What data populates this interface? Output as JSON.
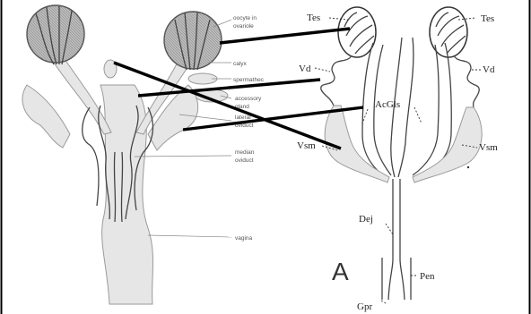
{
  "female_labels": {
    "oocyte": "oocyte in",
    "ovariole": "ovariole",
    "calyx": "calyx",
    "spermatheca": "spermathec",
    "accessory_1": "accessory",
    "accessory_2": "gland",
    "lateral_1": "lateral",
    "lateral_2": "oviduct",
    "median_1": "median",
    "median_2": "oviduct",
    "vagina": "vagina"
  },
  "male_labels": {
    "tes_left": "Tes",
    "tes_right": "Tes",
    "vd_left": "Vd",
    "vd_right": "Vd",
    "acgls": "AcGls",
    "vsm_left": "Vsm",
    "vsm_right": "Vsm",
    "dej": "Dej",
    "panel": "A",
    "pen": "Pen",
    "gpr": "Gpr"
  },
  "colors": {
    "matching_lines": "#000000",
    "female_fill": "#e6e6e6",
    "ovary_fill": "#bdbdbd"
  }
}
